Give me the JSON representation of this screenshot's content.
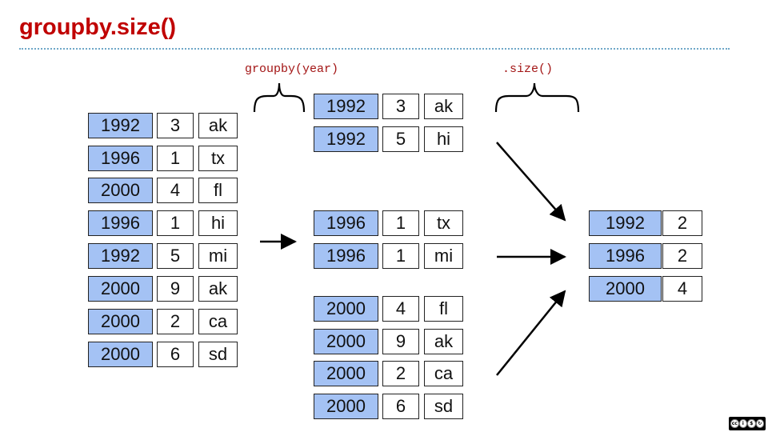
{
  "title": "groupby.size()",
  "labels": {
    "groupby": "groupby(year)",
    "size": ".size()"
  },
  "original_table": [
    [
      "1992",
      "3",
      "ak"
    ],
    [
      "1996",
      "1",
      "tx"
    ],
    [
      "2000",
      "4",
      "fl"
    ],
    [
      "1996",
      "1",
      "hi"
    ],
    [
      "1992",
      "5",
      "mi"
    ],
    [
      "2000",
      "9",
      "ak"
    ],
    [
      "2000",
      "2",
      "ca"
    ],
    [
      "2000",
      "6",
      "sd"
    ]
  ],
  "groups": [
    [
      [
        "1992",
        "3",
        "ak"
      ],
      [
        "1992",
        "5",
        "hi"
      ]
    ],
    [
      [
        "1996",
        "1",
        "tx"
      ],
      [
        "1996",
        "1",
        "mi"
      ]
    ],
    [
      [
        "2000",
        "4",
        "fl"
      ],
      [
        "2000",
        "9",
        "ak"
      ],
      [
        "2000",
        "2",
        "ca"
      ],
      [
        "2000",
        "6",
        "sd"
      ]
    ]
  ],
  "result_table": [
    [
      "1992",
      "2"
    ],
    [
      "1996",
      "2"
    ],
    [
      "2000",
      "4"
    ]
  ],
  "colors": {
    "title": "#c00000",
    "key_cell": "#a4c2f4",
    "code_text": "#a31515",
    "rule": "#6fa8c8"
  },
  "license_icon": "cc-by-nc-sa-icon"
}
